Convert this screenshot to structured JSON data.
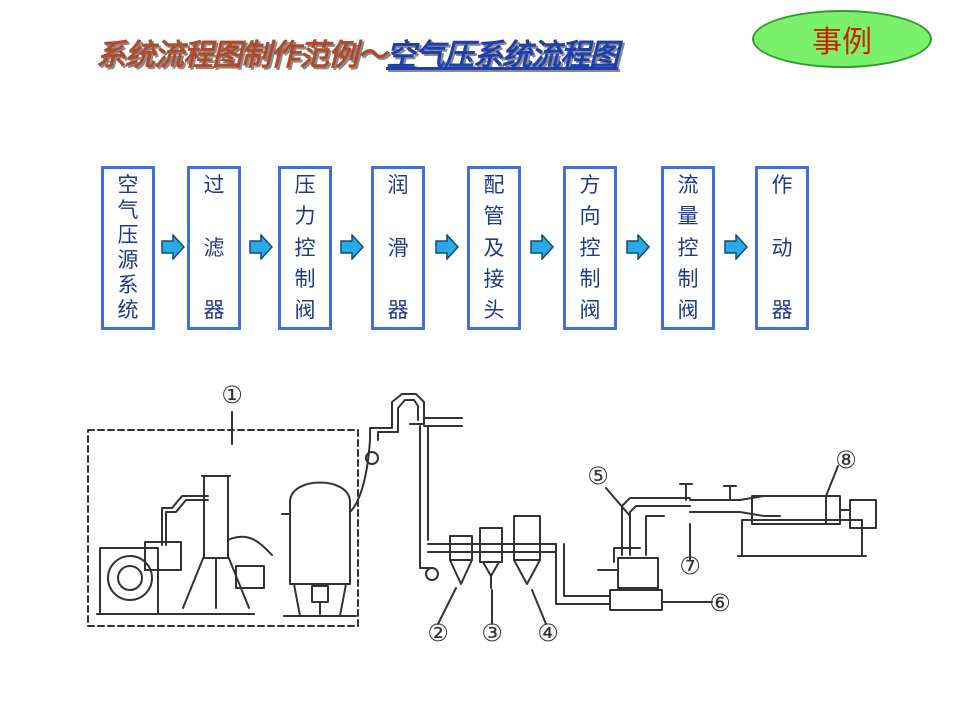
{
  "title": {
    "part1": "系统流程图制作范例～",
    "part2": "空气压系统流程图"
  },
  "badge": "事例",
  "flow_steps": [
    [
      "空",
      "气",
      "压",
      "源",
      "系",
      "统"
    ],
    [
      "过",
      "滤",
      "器"
    ],
    [
      "压",
      "力",
      "控",
      "制",
      "阀"
    ],
    [
      "润",
      "滑",
      "器"
    ],
    [
      "配",
      "管",
      "及",
      "接",
      "头"
    ],
    [
      "方",
      "向",
      "控",
      "制",
      "阀"
    ],
    [
      "流",
      "量",
      "控",
      "制",
      "阀"
    ],
    [
      "作",
      "动",
      "器"
    ]
  ],
  "callouts": [
    "①",
    "②",
    "③",
    "④",
    "⑤",
    "⑥",
    "⑦",
    "⑧"
  ],
  "colors": {
    "box_border": "#3f6fd8",
    "box_text": "#1f3a8a",
    "arrow": "#29a9e8",
    "badge_fill": "#7bf06a",
    "badge_text": "#cc2200"
  }
}
